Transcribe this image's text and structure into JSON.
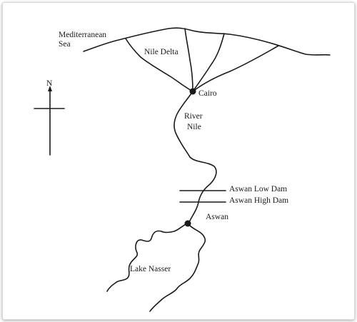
{
  "map": {
    "labels": {
      "sea_line1": "Mediterranean",
      "sea_line2": "Sea",
      "delta": "Nile Delta",
      "cairo": "Cairo",
      "river_line1": "River",
      "river_line2": "Nile",
      "low_dam": "Aswan Low Dam",
      "high_dam": "Aswan High Dam",
      "aswan": "Aswan",
      "lake": "Lake Nasser"
    },
    "compass": {
      "north": "N"
    }
  }
}
